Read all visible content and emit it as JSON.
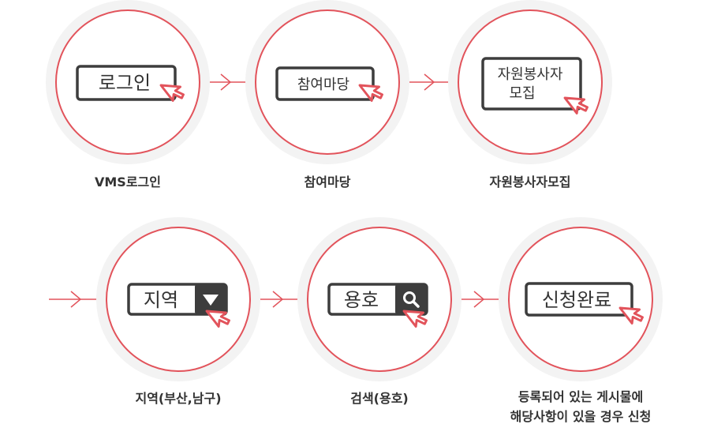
{
  "colors": {
    "accent": "#e2535b",
    "halo": "#f3f3f3",
    "box": "#3d3d3d",
    "text": "#333333"
  },
  "steps": [
    {
      "button_text": "로그인",
      "caption": "VMS로그인"
    },
    {
      "button_text": "참여마당",
      "caption": "참여마당"
    },
    {
      "button_text_line1": "자원봉사자",
      "button_text_line2": "모집",
      "caption": "자원봉사자모집"
    },
    {
      "button_text": "지역",
      "control_icon": "dropdown-triangle-icon",
      "caption": "지역(부산,남구)"
    },
    {
      "button_text": "용호",
      "control_icon": "search-magnifier-icon",
      "caption": "검색(용호)"
    },
    {
      "button_text": "신청완료",
      "caption_line1": "등록되어 있는 게시물에",
      "caption_line2": "해당사항이 있을 경우 신청"
    }
  ]
}
